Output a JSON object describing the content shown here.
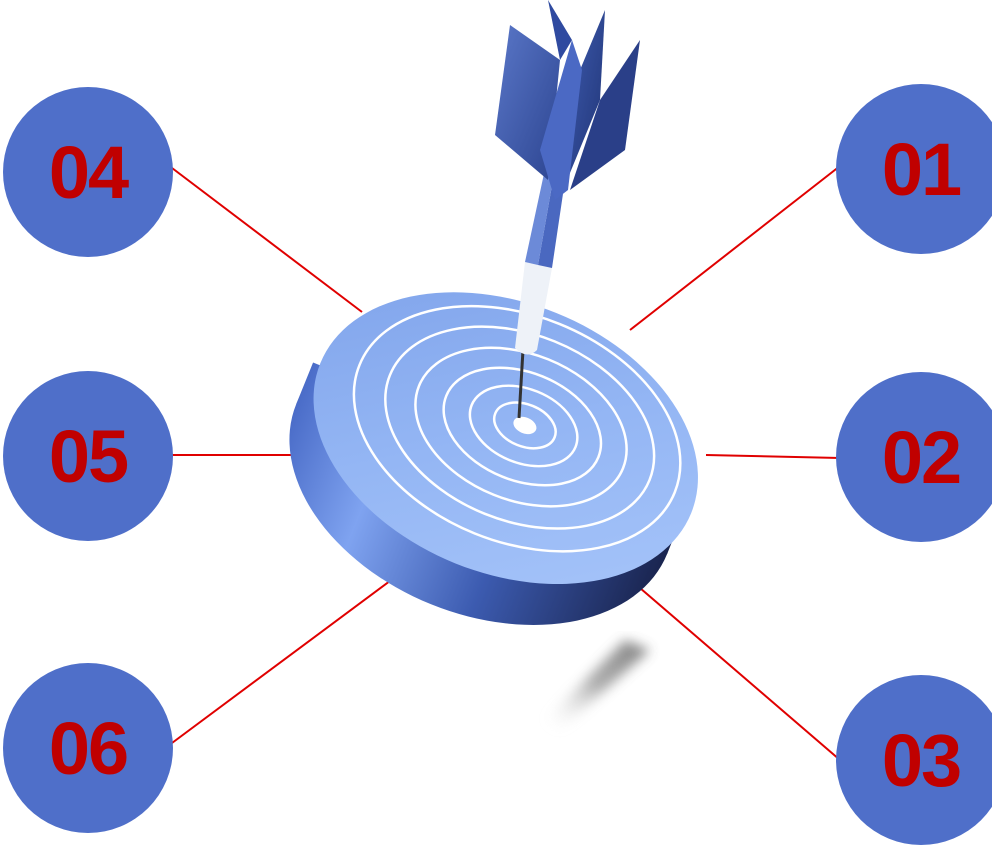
{
  "colors": {
    "badge_fill": "#4f6fc9",
    "badge_text": "#c00000",
    "connector": "#e00000",
    "target_face": "#8fb2f0",
    "target_rim_dark": "#1f2f66",
    "ring": "#ffffff",
    "dart": "#3e58a6"
  },
  "icons": {
    "target": "dartboard-target",
    "dart": "dart-arrow"
  },
  "badges": {
    "b01": "01",
    "b02": "02",
    "b03": "03",
    "b04": "04",
    "b05": "05",
    "b06": "06"
  }
}
